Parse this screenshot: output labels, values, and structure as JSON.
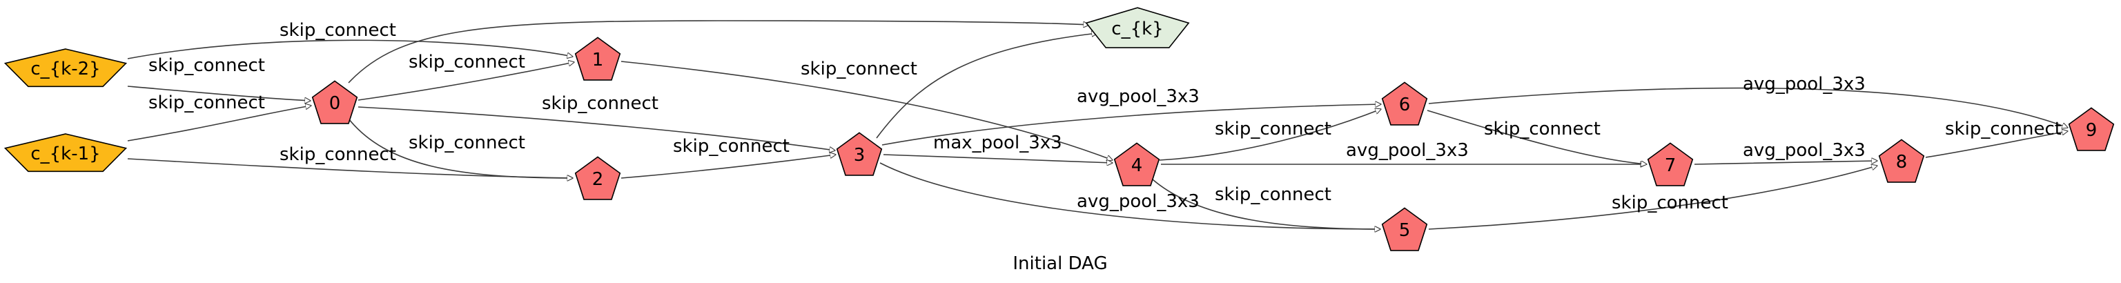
{
  "title": "Initial DAG",
  "colors": {
    "input_node": "#fcb817",
    "op_node": "#f97272",
    "output_node": "#e1eedd",
    "edge": "#3a3a3a"
  },
  "nodes": [
    {
      "id": "c_k_minus_2",
      "label": "c_{k-2}",
      "kind": "input"
    },
    {
      "id": "c_k_minus_1",
      "label": "c_{k-1}",
      "kind": "input"
    },
    {
      "id": "n0",
      "label": "0",
      "kind": "op"
    },
    {
      "id": "n1",
      "label": "1",
      "kind": "op"
    },
    {
      "id": "n2",
      "label": "2",
      "kind": "op"
    },
    {
      "id": "n3",
      "label": "3",
      "kind": "op"
    },
    {
      "id": "n4",
      "label": "4",
      "kind": "op"
    },
    {
      "id": "n5",
      "label": "5",
      "kind": "op"
    },
    {
      "id": "n6",
      "label": "6",
      "kind": "op"
    },
    {
      "id": "n7",
      "label": "7",
      "kind": "op"
    },
    {
      "id": "n8",
      "label": "8",
      "kind": "op"
    },
    {
      "id": "n9",
      "label": "9",
      "kind": "op"
    },
    {
      "id": "c_k",
      "label": "c_{k}",
      "kind": "output"
    }
  ],
  "edges": [
    {
      "from": "c_k_minus_2",
      "to": "n1",
      "label": "skip_connect"
    },
    {
      "from": "c_k_minus_2",
      "to": "n0",
      "label": "skip_connect"
    },
    {
      "from": "c_k_minus_1",
      "to": "n0",
      "label": "skip_connect"
    },
    {
      "from": "c_k_minus_1",
      "to": "n2",
      "label": "skip_connect"
    },
    {
      "from": "n0",
      "to": "n1",
      "label": "skip_connect"
    },
    {
      "from": "n0",
      "to": "n3",
      "label": "skip_connect"
    },
    {
      "from": "n0",
      "to": "n2",
      "label": "skip_connect"
    },
    {
      "from": "n0",
      "to": "c_k",
      "label": ""
    },
    {
      "from": "n1",
      "to": "n4",
      "label": "skip_connect"
    },
    {
      "from": "n2",
      "to": "n3",
      "label": "skip_connect"
    },
    {
      "from": "n3",
      "to": "c_k",
      "label": ""
    },
    {
      "from": "n3",
      "to": "n6",
      "label": "avg_pool_3x3"
    },
    {
      "from": "n3",
      "to": "n4",
      "label": "max_pool_3x3"
    },
    {
      "from": "n3",
      "to": "n5",
      "label": "avg_pool_3x3"
    },
    {
      "from": "n4",
      "to": "n6",
      "label": "skip_connect"
    },
    {
      "from": "n4",
      "to": "n7",
      "label": "avg_pool_3x3"
    },
    {
      "from": "n4",
      "to": "n5",
      "label": "skip_connect"
    },
    {
      "from": "n6",
      "to": "n9",
      "label": "avg_pool_3x3"
    },
    {
      "from": "n6",
      "to": "n7",
      "label": "skip_connect"
    },
    {
      "from": "n7",
      "to": "n8",
      "label": "avg_pool_3x3"
    },
    {
      "from": "n5",
      "to": "n8",
      "label": "skip_connect"
    },
    {
      "from": "n8",
      "to": "n9",
      "label": "skip_connect"
    }
  ]
}
